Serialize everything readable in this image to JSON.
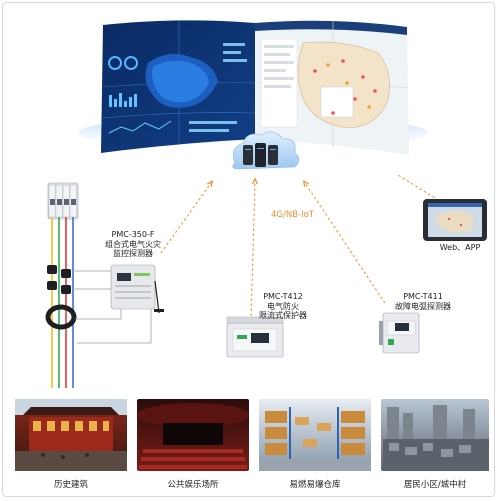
{
  "labels": {
    "network": "4G/NB-IoT",
    "web_app": "Web、APP",
    "pmc350": {
      "line1": "PMC-350-F",
      "line2": "组合式电气火灾",
      "line3": "监控探测器"
    },
    "t412": {
      "line1": "PMC-T412",
      "line2": "电气防火",
      "line3": "限流式保护器"
    },
    "t411": {
      "line1": "PMC-T411",
      "line2": "故障电弧探测器"
    }
  },
  "scenes": [
    {
      "label": "历史建筑"
    },
    {
      "label": "公共娱乐场所"
    },
    {
      "label": "易燃易爆仓库"
    },
    {
      "label": "居民小区/城中村"
    }
  ],
  "colors": {
    "arrow": "#e8912f",
    "wire_yellow": "#f2c21a",
    "wire_green": "#2fa84f",
    "wire_red": "#e03a3a",
    "wire_blue": "#3a6fd8",
    "dashboard_dark": "#0d2f6b",
    "map_light": "#eef3f6"
  }
}
